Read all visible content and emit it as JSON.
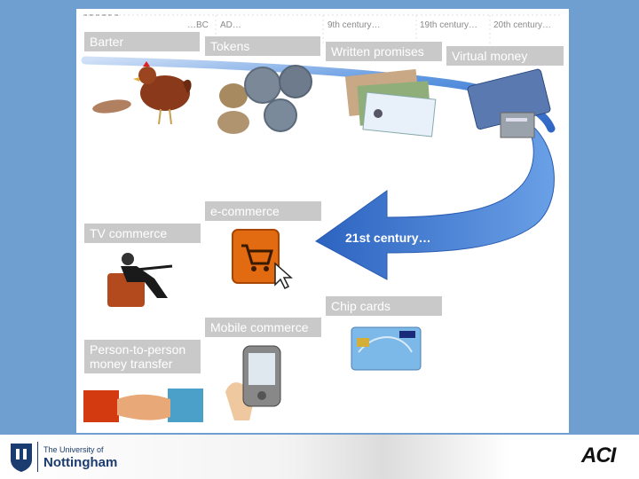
{
  "timeline": {
    "eras": [
      "…BC",
      "AD…",
      "9th century…",
      "19th century…",
      "20th century…"
    ]
  },
  "labels": {
    "barter": "Barter",
    "tokens": "Tokens",
    "written_promises": "Written promises",
    "virtual_money": "Virtual money",
    "ecommerce": "e-commerce",
    "tv_commerce": "TV commerce",
    "chip_cards": "Chip cards",
    "mobile_commerce": "Mobile commerce",
    "p2p_line1": "Person-to-person",
    "p2p_line2": "money transfer"
  },
  "arrow": {
    "label": "21st century…",
    "color": "#3f7fd6"
  },
  "footer": {
    "university_line1": "The University of",
    "university_line2": "Nottingham",
    "partner_logo": "ACI"
  },
  "colors": {
    "background": "#6f9fd0",
    "label_bg": "#c9c9c9",
    "label_text": "#ffffff"
  }
}
